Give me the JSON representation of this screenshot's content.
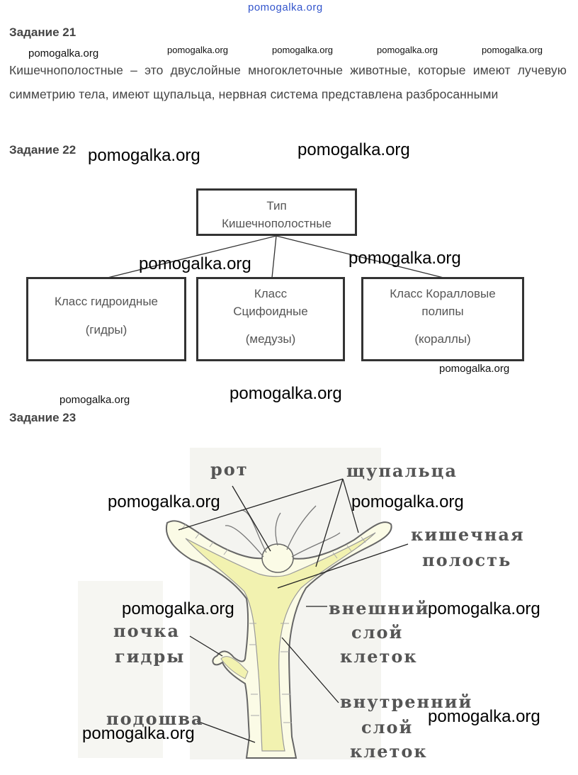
{
  "site_watermark": "pomogalka.org",
  "task21": {
    "title": "Задание 21",
    "text": "Кишечнополостные – это двуслойные многоклеточные животные, которые имеют лучевую симметрию тела, имеют щупальца, нервная система представлена разбросанными"
  },
  "task22": {
    "title": "Задание 22",
    "root": {
      "line1": "Тип",
      "line2": "Кишечнополостные"
    },
    "classes": [
      {
        "line1": "Класс гидроидные",
        "line2": "",
        "example": "(гидры)"
      },
      {
        "line1": "Класс",
        "line2": "Сцифоидные",
        "example": "(медузы)"
      },
      {
        "line1": "Класс Коралловые",
        "line2": "полипы",
        "example": "(кораллы)"
      }
    ]
  },
  "task23": {
    "title": "Задание 23",
    "labels": {
      "mouth": "рот",
      "tentacles": "щупальца",
      "gut1": "кишечная",
      "gut2": "полость",
      "outer1": "внешний",
      "outer2": "слой",
      "outer3": "клеток",
      "bud1": "почка",
      "bud2": "гидры",
      "inner1": "внутренний",
      "inner2": "слой",
      "inner3": "клеток",
      "sole": "подошва"
    }
  }
}
